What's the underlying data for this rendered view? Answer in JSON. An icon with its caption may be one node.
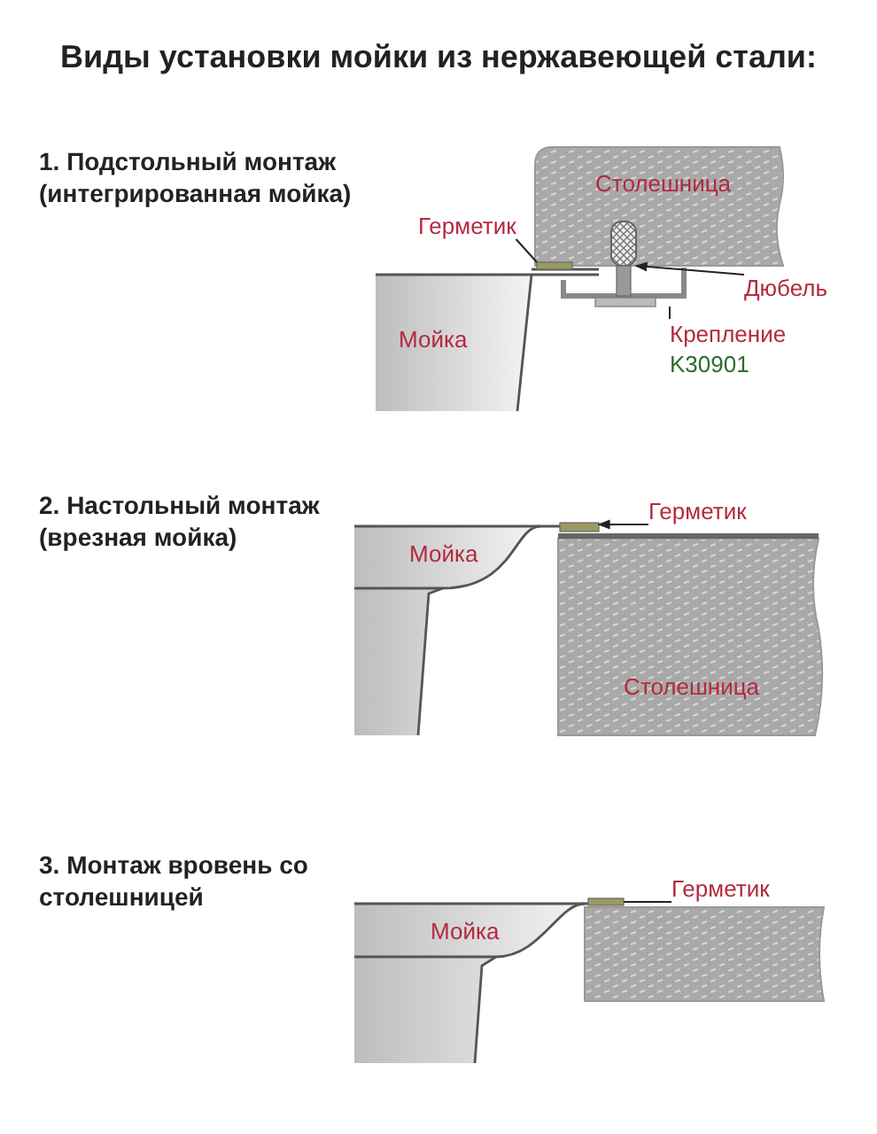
{
  "diagram": {
    "title": "Виды установки мойки из нержавеющей стали:",
    "nodes": [
      {
        "text": [
          "Герметик"
        ]
      },
      {
        "text": [],
        "shape": "bar"
      },
      {
        "text": [
          "Дюбель"
        ]
      },
      {
        "text": [],
        "shape": "cylinder"
      },
      {
        "text": [
          "Крепление",
          "K30901"
        ]
      },
      {
        "text": [],
        "shape": "bracket"
      },
      {
        "text": [
          "Герметик"
        ]
      },
      {
        "text": [],
        "shape": "bar"
      },
      {
        "text": [
          "Герметик"
        ]
      },
      {
        "text": [],
        "shape": "bar"
      }
    ],
    "edges": [
      {
        "from": 0,
        "to": 1,
        "arrow": "none"
      },
      {
        "from": 2,
        "to": 3,
        "arrow": "to"
      },
      {
        "from": 4,
        "to": 5,
        "arrow": "none"
      },
      {
        "from": 6,
        "to": 7,
        "arrow": "to"
      },
      {
        "from": 8,
        "to": 9,
        "arrow": "none"
      }
    ],
    "labels": [
      "1. Подстольный монтаж (интегрированная мойка)",
      "Столешница",
      "Мойка",
      "2. Настольный монтаж (врезная мойка)",
      "Мойка",
      "Столешница",
      "3. Монтаж вровень со столешницей",
      "Мойка"
    ]
  }
}
